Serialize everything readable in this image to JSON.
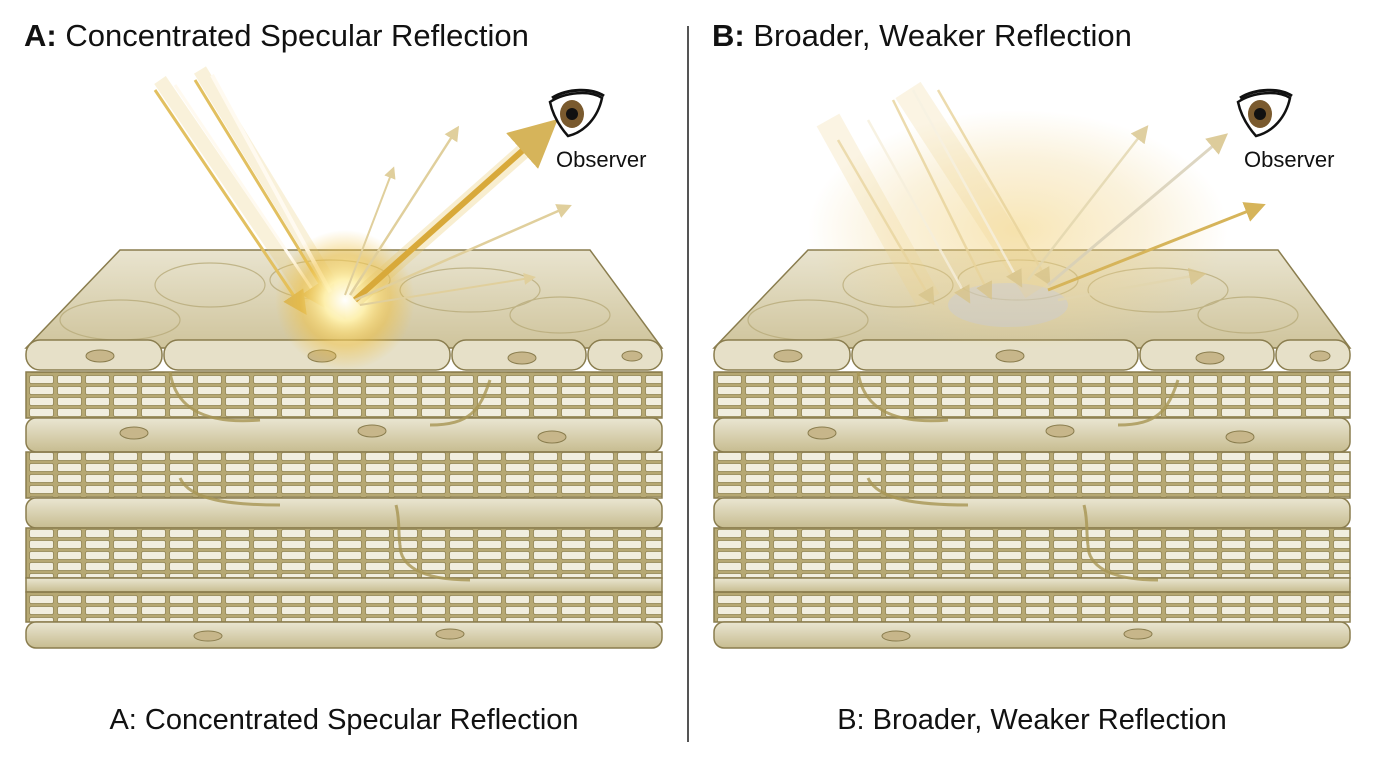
{
  "panel_a": {
    "title_letter": "A:",
    "title_text": " Concentrated Specular Reflection",
    "observer_label": "Observer",
    "caption": "A: Concentrated Specular Reflection"
  },
  "panel_b": {
    "title_letter": "B:",
    "title_text": " Broader, Weaker Reflection",
    "observer_label": "Observer",
    "caption": "B: Broader, Weaker Reflection"
  },
  "colors": {
    "tissue_fill": "#ddd6ba",
    "tissue_stroke": "#8a7d4e",
    "light_gold": "#d6a93a",
    "divider": "#555555"
  },
  "icons": [
    "eye-icon",
    "light-ray-arrow",
    "reflection-arrow"
  ]
}
